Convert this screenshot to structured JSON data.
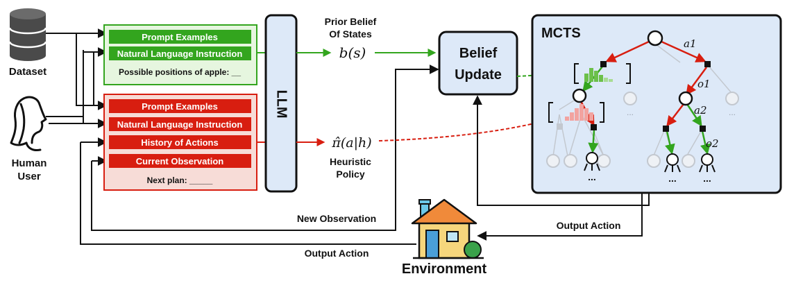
{
  "sources": {
    "dataset_label": "Dataset",
    "human_label_line1": "Human",
    "human_label_line2": "User"
  },
  "green_prompt": {
    "items": [
      "Prompt Examples",
      "Natural Language Instruction"
    ],
    "footer": "Possible positions of apple: __"
  },
  "red_prompt": {
    "items": [
      "Prompt Examples",
      "Natural Language Instruction",
      "History of Actions",
      "Current Observation"
    ],
    "footer": "Next plan: _____"
  },
  "llm": {
    "label": "LLM"
  },
  "belief_prior": {
    "caption_line1": "Prior Belief",
    "caption_line2": "Of States",
    "math": "b(s)"
  },
  "heuristic_policy": {
    "math": "π̂(a|h)",
    "caption_line1": "Heuristic",
    "caption_line2": "Policy"
  },
  "belief_update": {
    "line1": "Belief",
    "line2": "Update"
  },
  "mcts": {
    "title": "MCTS",
    "edge_labels": [
      "a1",
      "o1",
      "a2",
      "o2"
    ],
    "ellipsis": "..."
  },
  "flows": {
    "new_observation": "New Observation",
    "output_action_right": "Output Action",
    "output_action_bottom": "Output Action"
  },
  "environment": {
    "label": "Environment"
  },
  "colors": {
    "green": "#33a51e",
    "green_fill": "#e6f6df",
    "red": "#d81e10",
    "red_fill": "#f7dcd7",
    "blue_fill": "#dde9f8",
    "dark": "#111111"
  }
}
